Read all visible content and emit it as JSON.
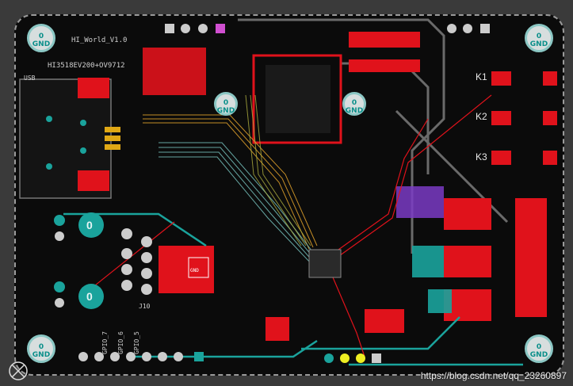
{
  "board": {
    "title": "HI_World_V1.0",
    "subtitle": "HI3518EV200+OV9712",
    "usb_label": "USB",
    "j10_label": "J10",
    "chip_label": "GND"
  },
  "mount_holes": [
    {
      "num": "0",
      "label": "GND"
    },
    {
      "num": "0",
      "label": "GND"
    },
    {
      "num": "0",
      "label": "GND"
    },
    {
      "num": "0",
      "label": "GND"
    },
    {
      "num": "0",
      "label": "GND"
    },
    {
      "num": "0",
      "label": "GND"
    }
  ],
  "keys": [
    "K1",
    "K2",
    "K3"
  ],
  "pad_labels": [
    "0",
    "0"
  ],
  "gpio_labels": [
    "GPIO_7",
    "GPIO_6",
    "GPIO_5"
  ],
  "watermark": "https://blog.csdn.net/qq_23260897",
  "colors": {
    "top_copper": "#e0121b",
    "bottom_copper": "#1aa39c",
    "silk": "#cfcfcf",
    "board": "#0b0b0b"
  }
}
